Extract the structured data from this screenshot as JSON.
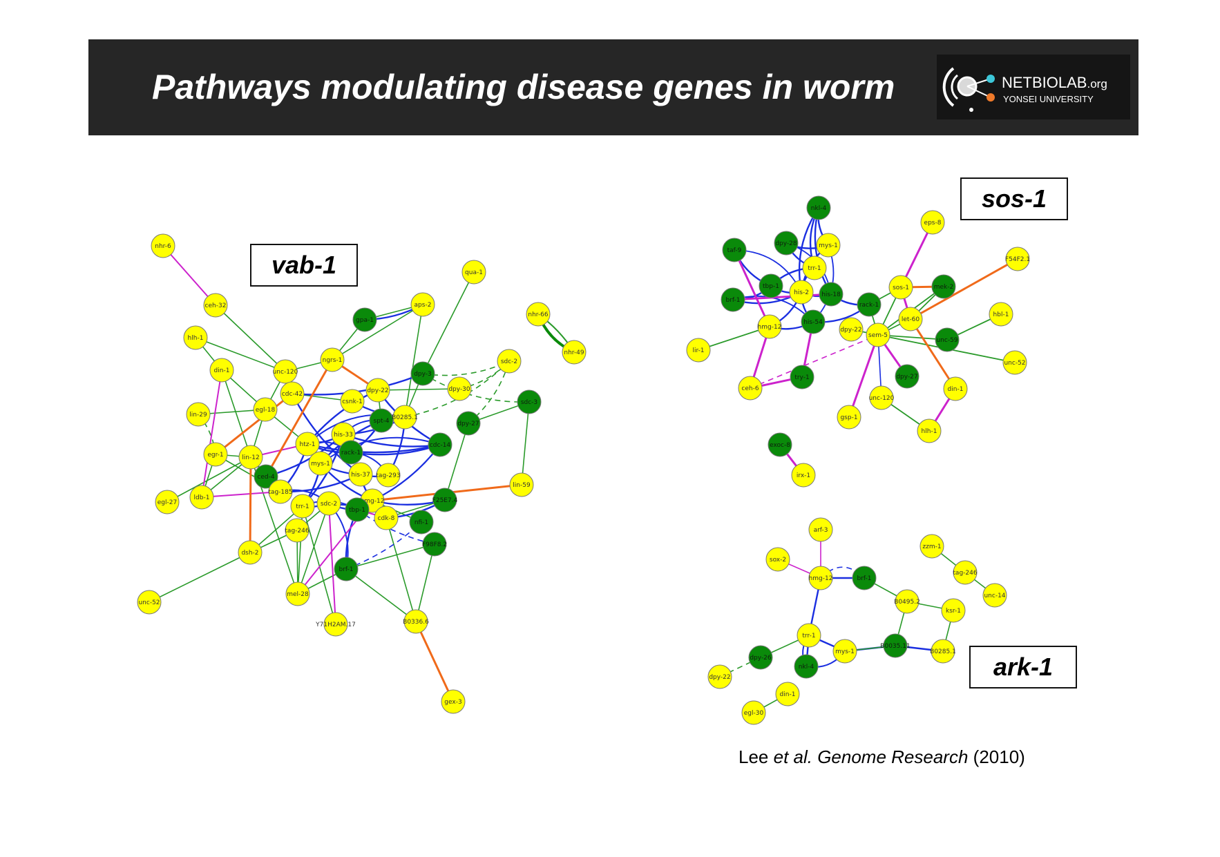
{
  "header": {
    "title": "Pathways modulating disease genes in worm",
    "logo_name": "NETBIOLAB",
    "logo_suffix": ".org",
    "logo_subtitle": "YONSEI UNIVERSITY"
  },
  "labels": {
    "vab1": "vab-1",
    "sos1": "sos-1",
    "ark1": "ark-1"
  },
  "citation": {
    "author": "Lee ",
    "etal": "et al.",
    "journal": " Genome Research",
    "year": " (2010)"
  },
  "colors": {
    "node_yellow": "#ffff00",
    "node_green": "#0a8a0a",
    "edge_green": "#2a9a2a",
    "edge_blue": "#1a2ee0",
    "edge_magenta": "#cc22cc",
    "edge_orange": "#f06a1a"
  },
  "networks": [
    {
      "id": "vab-1",
      "nodes": [
        {
          "id": "nhr-6",
          "label": "nhr-6",
          "color": "y"
        },
        {
          "id": "ceh-32",
          "label": "ceh-32",
          "color": "y"
        },
        {
          "id": "hlh-1",
          "label": "hlh-1",
          "color": "y"
        },
        {
          "id": "din-1",
          "label": "din-1",
          "color": "y"
        },
        {
          "id": "lin-29",
          "label": "lin-29",
          "color": "y"
        },
        {
          "id": "egr-1",
          "label": "egr-1",
          "color": "y"
        },
        {
          "id": "egl-27",
          "label": "egl-27",
          "color": "y"
        },
        {
          "id": "ldb-1",
          "label": "ldb-1",
          "color": "y"
        },
        {
          "id": "unc-52a",
          "label": "unc-52",
          "color": "y"
        },
        {
          "id": "dsh-2",
          "label": "dsh-2",
          "color": "y"
        },
        {
          "id": "mel-28",
          "label": "mel-28",
          "color": "y"
        },
        {
          "id": "y71",
          "label": "Y71H2AM.17",
          "color": "y"
        },
        {
          "id": "b0336",
          "label": "B0336.6",
          "color": "y"
        },
        {
          "id": "gex-3",
          "label": "gex-3",
          "color": "y"
        },
        {
          "id": "brf-1a",
          "label": "brf-1",
          "color": "g"
        },
        {
          "id": "unc-120a",
          "label": "unc-120",
          "color": "y"
        },
        {
          "id": "egl-18",
          "label": "egl-18",
          "color": "y"
        },
        {
          "id": "lin-12",
          "label": "lin-12",
          "color": "y"
        },
        {
          "id": "csd-4",
          "label": "ced-4",
          "color": "g"
        },
        {
          "id": "tag-185",
          "label": "tag-185",
          "color": "y"
        },
        {
          "id": "tag-246a",
          "label": "tag-246",
          "color": "y"
        },
        {
          "id": "trr-1a",
          "label": "trr-1",
          "color": "y"
        },
        {
          "id": "cdc-42",
          "label": "cdc-42",
          "color": "y"
        },
        {
          "id": "ngrs-1",
          "label": "ngrs-1",
          "color": "y"
        },
        {
          "id": "csnk-1",
          "label": "csnk-1",
          "color": "y"
        },
        {
          "id": "htz-1",
          "label": "htz-1",
          "color": "y"
        },
        {
          "id": "mys-1a",
          "label": "mys-1",
          "color": "y"
        },
        {
          "id": "his-33",
          "label": "his-33",
          "color": "y"
        },
        {
          "id": "rack-1a",
          "label": "rack-1",
          "color": "g"
        },
        {
          "id": "his-37",
          "label": "his-37",
          "color": "y"
        },
        {
          "id": "tag-293",
          "label": "tag-293",
          "color": "y"
        },
        {
          "id": "sdc-2a",
          "label": "sdc-2",
          "color": "y"
        },
        {
          "id": "hmg-12a",
          "label": "hmg-12",
          "color": "y"
        },
        {
          "id": "tbp-1a",
          "label": "tbp-1",
          "color": "g"
        },
        {
          "id": "cdk-8",
          "label": "cdk-8",
          "color": "y"
        },
        {
          "id": "spt-4",
          "label": "spt-4",
          "color": "g"
        },
        {
          "id": "dpy-22a",
          "label": "dpy-22",
          "color": "y"
        },
        {
          "id": "b0285a",
          "label": "B0285.1",
          "color": "y"
        },
        {
          "id": "cdc-14",
          "label": "cdc-14",
          "color": "g"
        },
        {
          "id": "f25",
          "label": "F25E7.4",
          "color": "g"
        },
        {
          "id": "nfi-1",
          "label": "nfi-1",
          "color": "g"
        },
        {
          "id": "f98",
          "label": "F98F8.2",
          "color": "g"
        },
        {
          "id": "gpa-1",
          "label": "gpa-1",
          "color": "g"
        },
        {
          "id": "aps-2",
          "label": "aps-2",
          "color": "y"
        },
        {
          "id": "qua-1",
          "label": "qua-1",
          "color": "y"
        },
        {
          "id": "dpy-3",
          "label": "dpy-3",
          "color": "g"
        },
        {
          "id": "dpy-30",
          "label": "dpy-30",
          "color": "y"
        },
        {
          "id": "sdc-2b",
          "label": "sdc-2",
          "color": "y"
        },
        {
          "id": "sdc-3",
          "label": "sdc-3",
          "color": "g"
        },
        {
          "id": "dpy-27a",
          "label": "dpy-27",
          "color": "g"
        },
        {
          "id": "lin-59",
          "label": "lin-59",
          "color": "y"
        },
        {
          "id": "nhr-66",
          "label": "nhr-66",
          "color": "y"
        },
        {
          "id": "nhr-49",
          "label": "nhr-49",
          "color": "y"
        }
      ]
    },
    {
      "id": "sos-1",
      "nodes": [
        {
          "id": "nkl-4",
          "label": "nkl-4",
          "color": "g"
        },
        {
          "id": "taf-9",
          "label": "taf-9",
          "color": "g"
        },
        {
          "id": "dpy-28",
          "label": "dpy-28",
          "color": "g"
        },
        {
          "id": "mys-1b",
          "label": "mys-1",
          "color": "y"
        },
        {
          "id": "trr-1b",
          "label": "trr-1",
          "color": "y"
        },
        {
          "id": "tbp-1b",
          "label": "tbp-1",
          "color": "g"
        },
        {
          "id": "his-2",
          "label": "his-2",
          "color": "y"
        },
        {
          "id": "his-18",
          "label": "his-18",
          "color": "g"
        },
        {
          "id": "brf-1b",
          "label": "brf-1",
          "color": "g"
        },
        {
          "id": "hmg-12b",
          "label": "hmg-12",
          "color": "y"
        },
        {
          "id": "his-54",
          "label": "his-54",
          "color": "g"
        },
        {
          "id": "rack-1b",
          "label": "rack-1",
          "color": "g"
        },
        {
          "id": "dpy-22b",
          "label": "dpy-22",
          "color": "y"
        },
        {
          "id": "sos-1",
          "label": "sos-1",
          "color": "y"
        },
        {
          "id": "mek-2",
          "label": "mek-2",
          "color": "g"
        },
        {
          "id": "let-60",
          "label": "let-60",
          "color": "y"
        },
        {
          "id": "sem-5",
          "label": "sem-5",
          "color": "y"
        },
        {
          "id": "unc-59",
          "label": "unc-59",
          "color": "g"
        },
        {
          "id": "eps-8",
          "label": "eps-8",
          "color": "y"
        },
        {
          "id": "f54f2",
          "label": "F54F2.1",
          "color": "y"
        },
        {
          "id": "hbl-1",
          "label": "hbl-1",
          "color": "y"
        },
        {
          "id": "unc-52b",
          "label": "unc-52",
          "color": "y"
        },
        {
          "id": "lir-1",
          "label": "lir-1",
          "color": "y"
        },
        {
          "id": "ceh-6",
          "label": "ceh-6",
          "color": "y"
        },
        {
          "id": "try-1",
          "label": "try-1",
          "color": "g"
        },
        {
          "id": "dpy-27b",
          "label": "dpy-27",
          "color": "g"
        },
        {
          "id": "unc-120b",
          "label": "unc-120",
          "color": "y"
        },
        {
          "id": "gsp-1",
          "label": "gsp-1",
          "color": "y"
        },
        {
          "id": "din-1b",
          "label": "din-1",
          "color": "y"
        },
        {
          "id": "hlh-1b",
          "label": "hlh-1",
          "color": "y"
        },
        {
          "id": "exoc-8",
          "label": "exoc-8",
          "color": "g"
        },
        {
          "id": "irx-1",
          "label": "irx-1",
          "color": "y"
        }
      ]
    },
    {
      "id": "ark-1",
      "nodes": [
        {
          "id": "arf-3",
          "label": "arf-3",
          "color": "y"
        },
        {
          "id": "sox-2",
          "label": "sox-2",
          "color": "y"
        },
        {
          "id": "hmg-12c",
          "label": "hmg-12",
          "color": "y"
        },
        {
          "id": "brf-1c",
          "label": "brf-1",
          "color": "g"
        },
        {
          "id": "b0495",
          "label": "B0495.2",
          "color": "y"
        },
        {
          "id": "zzm-1",
          "label": "zzm-1",
          "color": "y"
        },
        {
          "id": "tag-246b",
          "label": "tag-246",
          "color": "y"
        },
        {
          "id": "unc-14",
          "label": "unc-14",
          "color": "y"
        },
        {
          "id": "ksr-1",
          "label": "ksr-1",
          "color": "y"
        },
        {
          "id": "trr-1c",
          "label": "trr-1",
          "color": "y"
        },
        {
          "id": "mys-1c",
          "label": "mys-1",
          "color": "y"
        },
        {
          "id": "b0035",
          "label": "B0035.11",
          "color": "g"
        },
        {
          "id": "b0285b",
          "label": "B0285.1",
          "color": "y"
        },
        {
          "id": "dpy-26",
          "label": "dpy-26",
          "color": "g"
        },
        {
          "id": "nkl-4c",
          "label": "nkl-4",
          "color": "g"
        },
        {
          "id": "dpy-22c",
          "label": "dpy-22",
          "color": "y"
        },
        {
          "id": "din-1c",
          "label": "din-1",
          "color": "y"
        },
        {
          "id": "egl-30",
          "label": "egl-30",
          "color": "y"
        }
      ]
    }
  ]
}
